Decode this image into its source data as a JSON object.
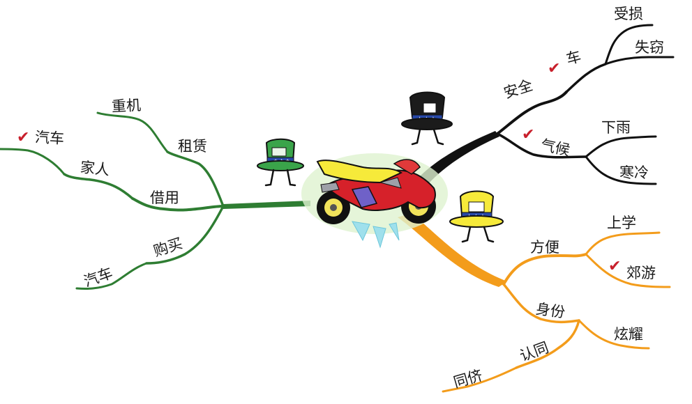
{
  "colors": {
    "green": "#2e7d32",
    "black": "#111111",
    "orange": "#f39c1b",
    "check": "#c8202c"
  },
  "icons": {
    "center": "motorcycle-icon",
    "hats": [
      "green-hat-icon",
      "black-hat-icon",
      "yellow-hat-icon"
    ],
    "checkmark": "checkmark-icon"
  },
  "branches": {
    "green": {
      "main": "借用",
      "children": {
        "rent": "租赁",
        "rent_sub": "重机",
        "family": "家人",
        "family_sub": "汽车",
        "buy": "购买",
        "buy_sub": "汽车"
      },
      "checked": [
        "family_sub"
      ]
    },
    "black": {
      "safety": "安全",
      "safety_sub": "车",
      "safety_leaves": [
        "受损",
        "失窃"
      ],
      "weather": "气候",
      "weather_leaves": [
        "下雨",
        "寒冷"
      ],
      "checked": [
        "safety_sub",
        "weather"
      ]
    },
    "orange": {
      "convenience": "方便",
      "convenience_leaves": [
        "上学",
        "郊游"
      ],
      "identity": "身份",
      "identity_leaf": "炫耀",
      "recognition": "认同",
      "recognition_leaf": "同侪",
      "checked": [
        "郊游"
      ]
    }
  }
}
